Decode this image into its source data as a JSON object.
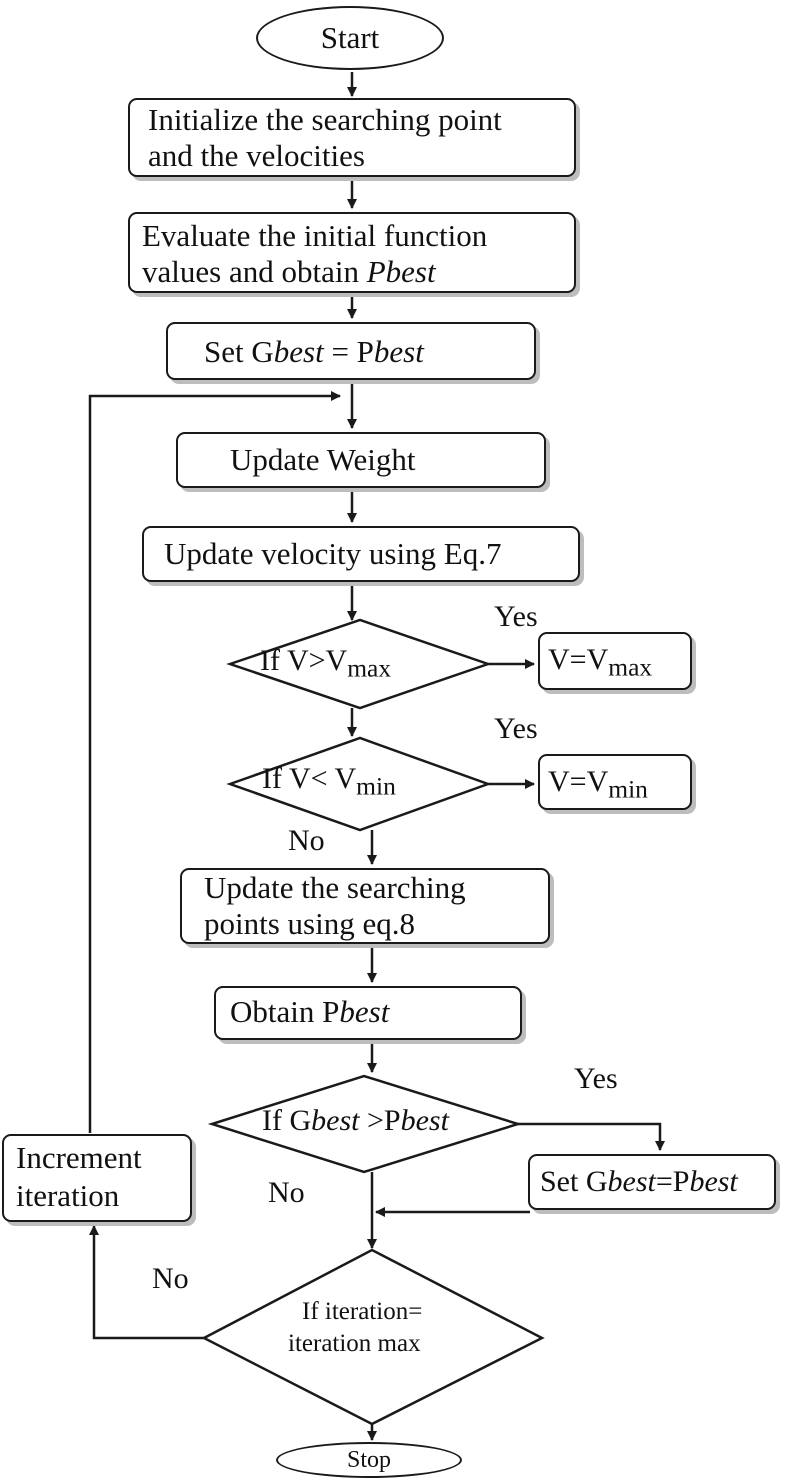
{
  "nodes": {
    "start": "Start",
    "init": {
      "line1": "Initialize the searching point",
      "line2": "and the velocities"
    },
    "evaluate": {
      "line1": "Evaluate the initial function",
      "line2_a": "values and obtain ",
      "line2_b": "Pbest"
    },
    "set_gbest": {
      "a": "Set G",
      "b": "best",
      "c": " = P",
      "d": "best"
    },
    "update_weight": "Update Weight",
    "update_velocity": "Update velocity using Eq.7",
    "cond_vmax": {
      "a": "If V>V",
      "sub": "max"
    },
    "assign_vmax": {
      "a": "V=V",
      "sub": "max"
    },
    "cond_vmin": {
      "a": "If V< V",
      "sub": "min"
    },
    "assign_vmin": {
      "a": "V=V",
      "sub": "min"
    },
    "update_points": {
      "line1": "Update the searching",
      "line2": "points using eq.8"
    },
    "obtain_pbest": {
      "a": "Obtain P",
      "b": "best"
    },
    "cond_gbest": {
      "a": "If G",
      "b": "best",
      "c": " >P",
      "d": "best"
    },
    "set_gbest2": {
      "a": "Set G",
      "b": "best",
      "c": "=P",
      "d": "best"
    },
    "cond_iter": {
      "line1": "If iteration=",
      "line2": "iteration max"
    },
    "increment": {
      "line1": "Increment",
      "line2": "iteration"
    },
    "stop": "Stop"
  },
  "edge_labels": {
    "yes_vmax": "Yes",
    "yes_vmin": "Yes",
    "no_vmin": "No",
    "yes_gbest": "Yes",
    "no_gbest": "No",
    "no_iter": "No"
  },
  "colors": {
    "line": "#1a1a1a",
    "shadow": "#bdbdbd",
    "background": "#ffffff"
  }
}
